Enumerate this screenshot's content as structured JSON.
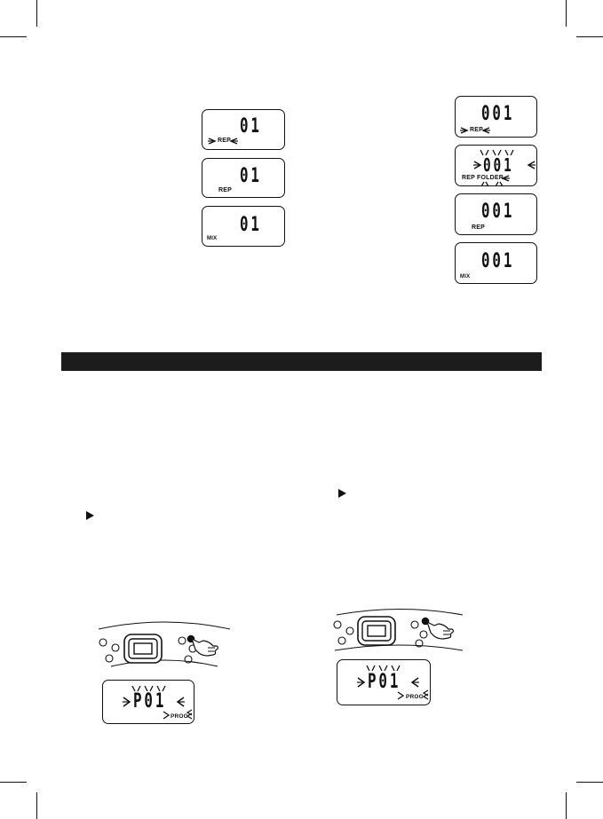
{
  "displays": {
    "left": [
      {
        "digits": "01",
        "label": "REP"
      },
      {
        "digits": "01",
        "label": "REP"
      },
      {
        "digits": "01",
        "label": "MIX"
      }
    ],
    "right": [
      {
        "digits": "001",
        "label": "REP"
      },
      {
        "digits": "001",
        "label": "REP",
        "label2": "FOLDER"
      },
      {
        "digits": "001",
        "label": "REP"
      },
      {
        "digits": "001",
        "label": "MIX"
      }
    ]
  },
  "program": {
    "left": {
      "digits": "P01",
      "label": "PROG"
    },
    "right": {
      "digits": "P01",
      "label": "PROG"
    }
  },
  "icons": [
    "play-icon",
    "play-icon",
    "pointing-hand-icon",
    "pointing-hand-icon"
  ],
  "colors": {
    "ink": "#111111",
    "band": "#1c1c1c",
    "page": "#ffffff"
  }
}
